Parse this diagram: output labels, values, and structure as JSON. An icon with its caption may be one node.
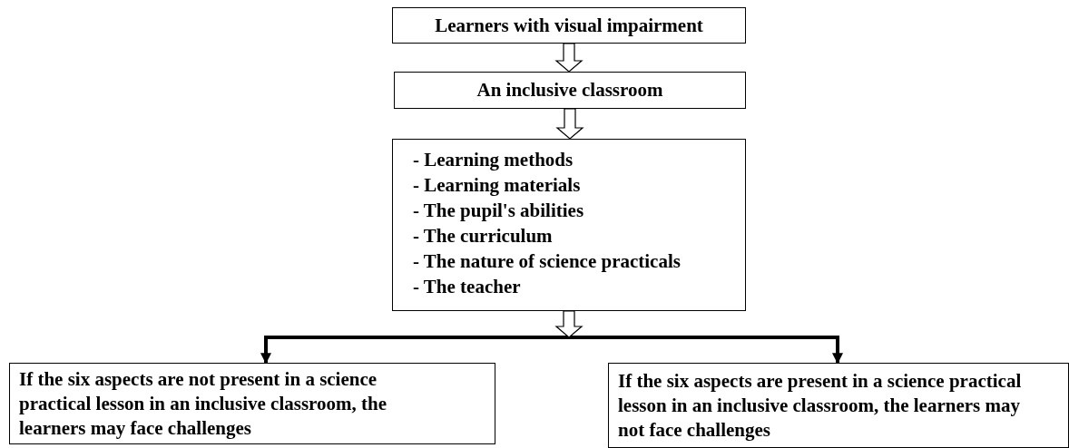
{
  "diagram": {
    "nodes": [
      {
        "text": [
          "Learners with visual impairment"
        ]
      },
      {
        "text": [
          "An inclusive classroom"
        ]
      },
      {
        "text": [
          "- Learning methods",
          "- Learning materials",
          "- The pupil's abilities",
          "- The curriculum",
          "- The nature of science practicals",
          "- The teacher"
        ]
      },
      {
        "text": [
          "If the six aspects are not present in a science practical lesson in an inclusive classroom, the learners may face challenges"
        ]
      },
      {
        "text": [
          "If the six aspects are present in a science practical lesson in an inclusive classroom, the learners may not face challenges"
        ]
      }
    ],
    "edges": [
      {
        "from": 0,
        "to": 1,
        "arrow": "to"
      },
      {
        "from": 1,
        "to": 2,
        "arrow": "to"
      },
      {
        "from": 2,
        "to": 3,
        "arrow": "to"
      },
      {
        "from": 2,
        "to": 4,
        "arrow": "to"
      }
    ]
  }
}
